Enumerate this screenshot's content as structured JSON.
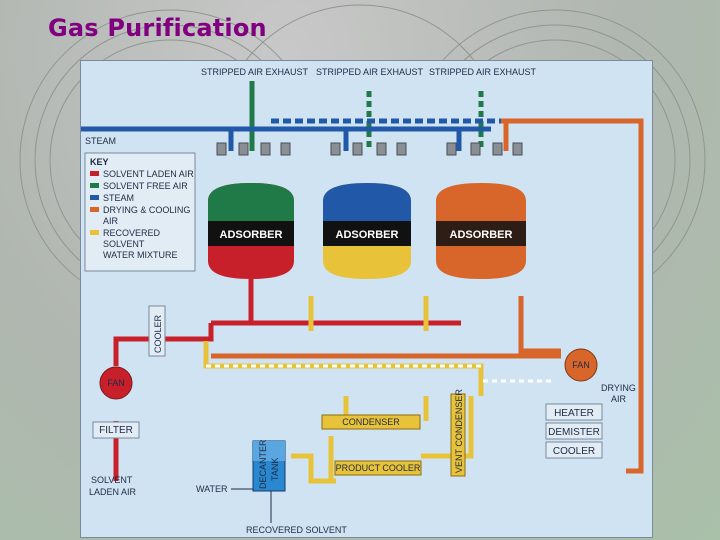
{
  "slide": {
    "title": "Gas Purification"
  },
  "colors": {
    "solvent_laden_air": "#c8202a",
    "solvent_free_air": "#1f7a48",
    "steam": "#2258a8",
    "drying_cooling_air": "#d8652a",
    "recovered_solvent": "#e8c33a"
  },
  "diagram": {
    "exhaust_labels": [
      "STRIPPED AIR EXHAUST",
      "STRIPPED AIR EXHAUST",
      "STRIPPED AIR EXHAUST"
    ],
    "steam_label": "STEAM",
    "key": {
      "title": "KEY",
      "items": [
        {
          "label": "SOLVENT LADEN AIR"
        },
        {
          "label": "SOLVENT FREE AIR"
        },
        {
          "label": "STEAM"
        },
        {
          "label_lines": [
            "DRYING & COOLING",
            "AIR"
          ]
        },
        {
          "label_lines": [
            "RECOVERED",
            "SOLVENT",
            "WATER MIXTURE"
          ]
        }
      ]
    },
    "adsorbers": [
      "ADSORBER",
      "ADSORBER",
      "ADSORBER"
    ],
    "cooler_vertical": "COOLER",
    "fan_left": "FAN",
    "fan_right": "FAN",
    "filter": "FILTER",
    "solvent_laden_air": [
      "SOLVENT",
      "LADEN AIR"
    ],
    "condenser": "CONDENSER",
    "vent_condenser": "VENT CONDENSER",
    "product_cooler": "PRODUCT COOLER",
    "decanter_tank": [
      "DECANTER",
      "TANK"
    ],
    "water": "WATER",
    "recovered_solvent": "RECOVERED SOLVENT",
    "drying_air": [
      "DRYING",
      "AIR"
    ],
    "heater": "HEATER",
    "demister": "DEMISTER",
    "cooler_right": "COOLER"
  }
}
